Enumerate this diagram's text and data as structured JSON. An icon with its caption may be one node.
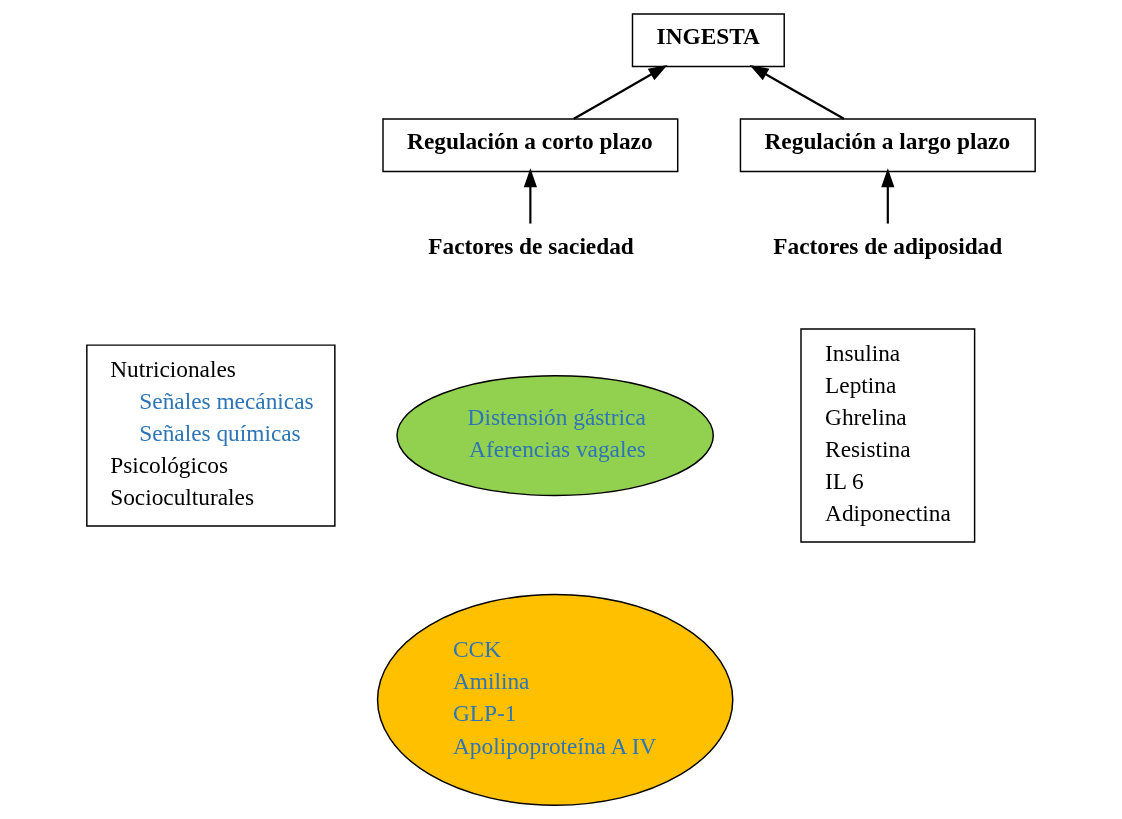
{
  "diagram": {
    "nodes": [
      {
        "text": [
          "INGESTA"
        ]
      },
      {
        "text": [
          "Regulación a corto plazo"
        ]
      },
      {
        "text": [
          "Regulación a largo plazo"
        ]
      },
      {
        "text": [
          "Factores de saciedad"
        ]
      },
      {
        "text": [
          "Factores de adiposidad"
        ]
      },
      {
        "text": [
          "Nutricionales",
          "Señales mecánicas",
          "Señales químicas",
          "Psicológicos",
          "Socioculturales"
        ]
      },
      {
        "text": [
          "Distensión gástrica",
          "Aferencias vagales"
        ]
      },
      {
        "text": [
          "CCK",
          "Amilina",
          "GLP-1",
          "Apolipoproteína A IV"
        ]
      },
      {
        "text": [
          "Insulina",
          "Leptina",
          "Ghrelina",
          "Resistina",
          "IL 6",
          "Adiponectina"
        ]
      }
    ],
    "edges": [
      {
        "from": 1,
        "to": 0,
        "arrow": "to"
      },
      {
        "from": 2,
        "to": 0,
        "arrow": "to"
      },
      {
        "from": 3,
        "to": 1,
        "arrow": "to"
      },
      {
        "from": 4,
        "to": 2,
        "arrow": "to"
      }
    ]
  }
}
